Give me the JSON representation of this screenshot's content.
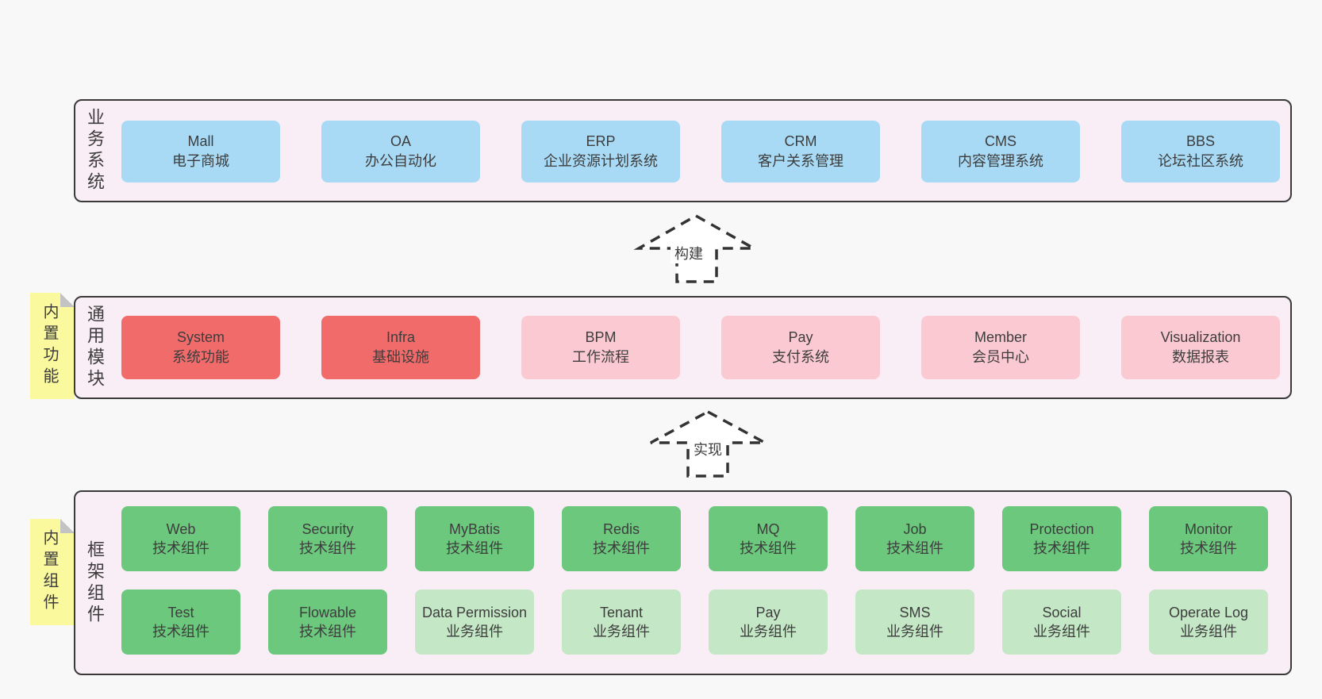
{
  "colors": {
    "page_background": "#f8f8f8",
    "band_background": "#f9edf6",
    "band_border": "#3a3a3a",
    "business_box": "#a8daf5",
    "core_module_box": "#f16b6b",
    "optional_module_box": "#fbc9d2",
    "tech_component_box": "#6cc87d",
    "biz_component_box": "#c4e7c5",
    "sticky_note": "#fbf99e",
    "text": "#3d3d3d"
  },
  "arrows": [
    {
      "label": "构建"
    },
    {
      "label": "实现"
    }
  ],
  "bands": [
    {
      "side_label": "业务系统",
      "items": [
        {
          "en": "Mall",
          "zh": "电子商城"
        },
        {
          "en": "OA",
          "zh": "办公自动化"
        },
        {
          "en": "ERP",
          "zh": "企业资源计划系统"
        },
        {
          "en": "CRM",
          "zh": "客户关系管理"
        },
        {
          "en": "CMS",
          "zh": "内容管理系统"
        },
        {
          "en": "BBS",
          "zh": "论坛社区系统"
        }
      ]
    },
    {
      "sticky_note": "内置功能",
      "side_label": "通用模块",
      "items": [
        {
          "en": "System",
          "zh": "系统功能"
        },
        {
          "en": "Infra",
          "zh": "基础设施"
        },
        {
          "en": "BPM",
          "zh": "工作流程"
        },
        {
          "en": "Pay",
          "zh": "支付系统"
        },
        {
          "en": "Member",
          "zh": "会员中心"
        },
        {
          "en": "Visualization",
          "zh": "数据报表"
        }
      ]
    },
    {
      "sticky_note": "内置组件",
      "side_label": "框架组件",
      "row1": [
        {
          "en": "Web",
          "zh": "技术组件"
        },
        {
          "en": "Security",
          "zh": "技术组件"
        },
        {
          "en": "MyBatis",
          "zh": "技术组件"
        },
        {
          "en": "Redis",
          "zh": "技术组件"
        },
        {
          "en": "MQ",
          "zh": "技术组件"
        },
        {
          "en": "Job",
          "zh": "技术组件"
        },
        {
          "en": "Protection",
          "zh": "技术组件"
        },
        {
          "en": "Monitor",
          "zh": "技术组件"
        }
      ],
      "row2": [
        {
          "en": "Test",
          "zh": "技术组件"
        },
        {
          "en": "Flowable",
          "zh": "技术组件"
        },
        {
          "en": "Data Permission",
          "zh": "业务组件"
        },
        {
          "en": "Tenant",
          "zh": "业务组件"
        },
        {
          "en": "Pay",
          "zh": "业务组件"
        },
        {
          "en": "SMS",
          "zh": "业务组件"
        },
        {
          "en": "Social",
          "zh": "业务组件"
        },
        {
          "en": "Operate Log",
          "zh": "业务组件"
        }
      ]
    }
  ]
}
